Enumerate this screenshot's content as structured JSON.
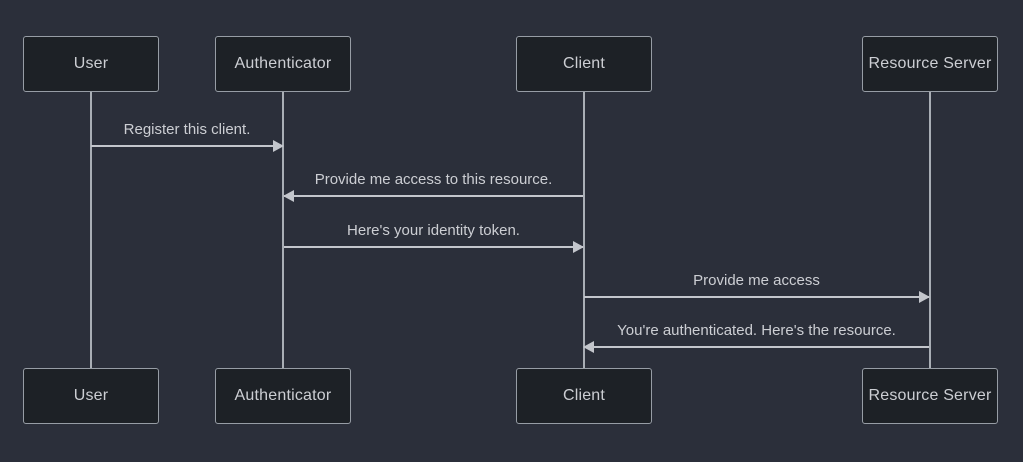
{
  "diagram": {
    "type": "sequence-diagram",
    "colors": {
      "background": "#2b2f3a",
      "actor_fill": "#1d2126",
      "actor_border": "#979da5",
      "text": "#ccced3",
      "line": "#c3c6cc",
      "lifeline": "#a9aeb5"
    },
    "actors": [
      {
        "id": "user",
        "label": "User"
      },
      {
        "id": "authenticator",
        "label": "Authenticator"
      },
      {
        "id": "client",
        "label": "Client"
      },
      {
        "id": "resource-server",
        "label": "Resource Server"
      }
    ],
    "messages": [
      {
        "from": "User",
        "to": "Authenticator",
        "direction": "right",
        "label": "Register this client."
      },
      {
        "from": "Client",
        "to": "Authenticator",
        "direction": "left",
        "label": "Provide me access to this resource."
      },
      {
        "from": "Authenticator",
        "to": "Client",
        "direction": "right",
        "label": "Here's your identity token."
      },
      {
        "from": "Client",
        "to": "Resource Server",
        "direction": "right",
        "label": "Provide me access"
      },
      {
        "from": "Resource Server",
        "to": "Client",
        "direction": "left",
        "label": "You're authenticated. Here's the resource."
      }
    ]
  }
}
